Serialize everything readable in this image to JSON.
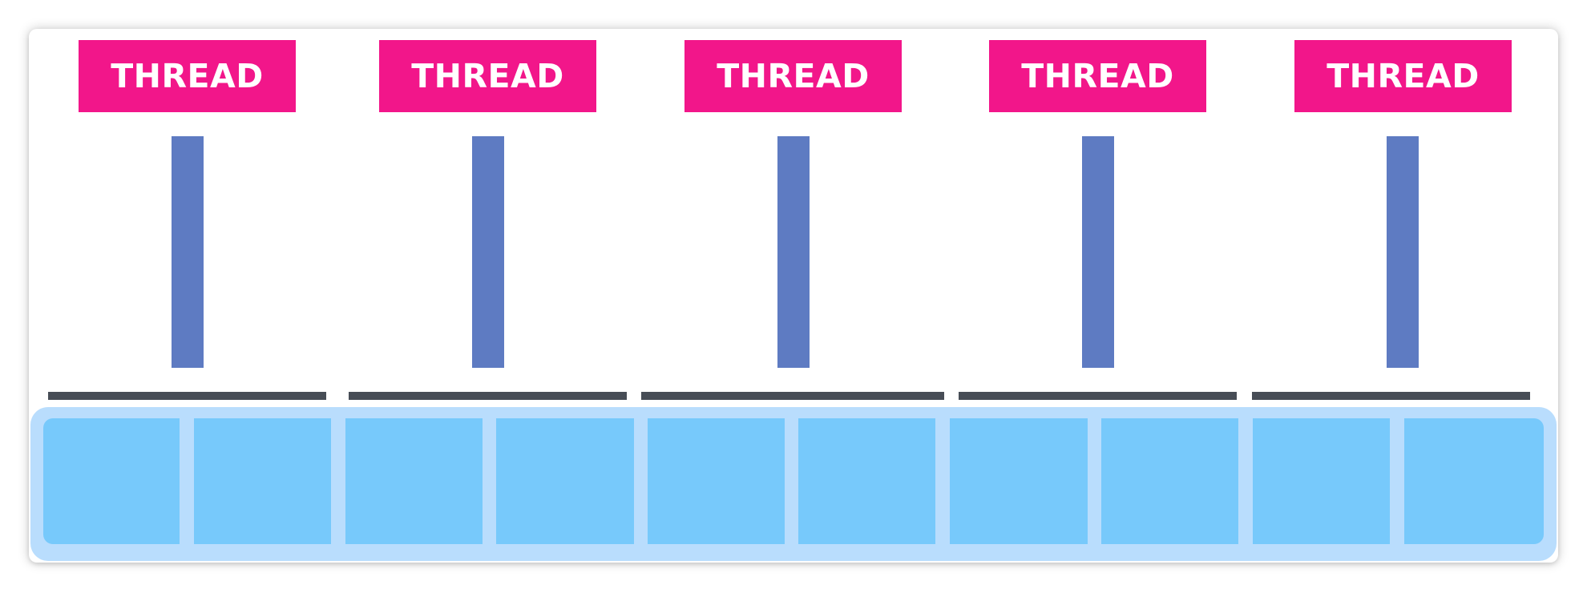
{
  "diagram": {
    "threads": [
      {
        "label": "THREAD"
      },
      {
        "label": "THREAD"
      },
      {
        "label": "THREAD"
      },
      {
        "label": "THREAD"
      },
      {
        "label": "THREAD"
      }
    ],
    "dividers": 5,
    "cells": 10
  },
  "colors": {
    "thread_label_bg": "#f2168a",
    "thread_label_text": "#ffffff",
    "stem": "#5e7bc2",
    "divider": "#474d56",
    "tray": "#b9ddfd",
    "cell": "#77c9fb"
  }
}
